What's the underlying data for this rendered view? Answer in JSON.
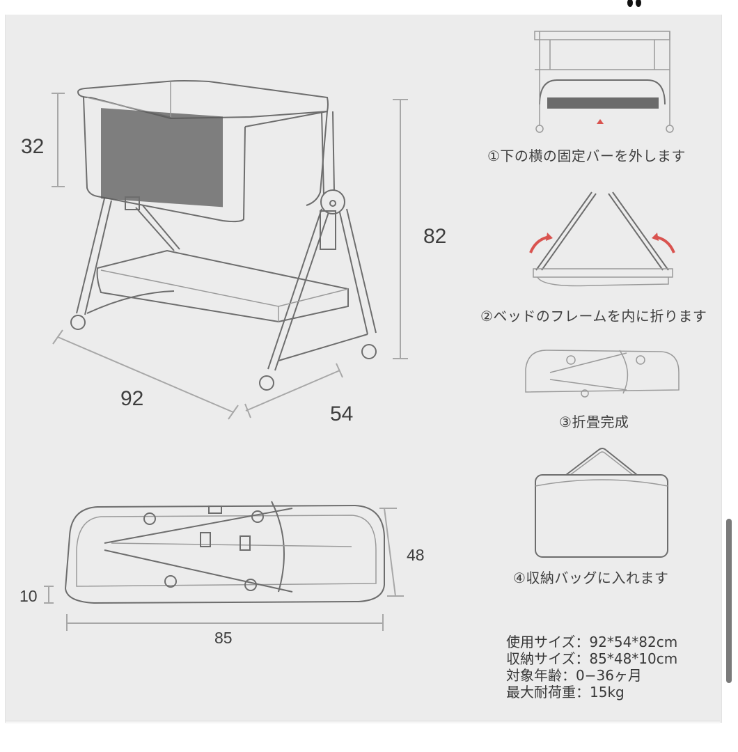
{
  "product_diagram": {
    "main_view": {
      "dimensions": {
        "bed_depth": "32",
        "total_height": "82",
        "length": "92",
        "width": "54"
      }
    },
    "folded_view": {
      "dimensions": {
        "folded_height": "10",
        "folded_width": "48",
        "folded_length": "85"
      }
    },
    "steps": [
      {
        "label": "①下の横の固定バーを外します",
        "icon": "remove-bar-illustration"
      },
      {
        "label": "②ベッドのフレームを内に折ります",
        "icon": "fold-frame-illustration"
      },
      {
        "label": "③折畳完成",
        "icon": "folded-complete-illustration"
      },
      {
        "label": "④収納バッグに入れます",
        "icon": "storage-bag-illustration"
      }
    ],
    "specs": [
      "使用サイズ：92*54*82cm",
      "収納サイズ：85*48*10cm",
      "対象年齢：0−36ヶ月",
      "最大耐荷重：15kg"
    ],
    "accent_color": "#d9534f"
  },
  "colors": {
    "panel_background": "#ececec",
    "line": "#6d6d6d",
    "scrollbar": "#7a7a7a"
  }
}
